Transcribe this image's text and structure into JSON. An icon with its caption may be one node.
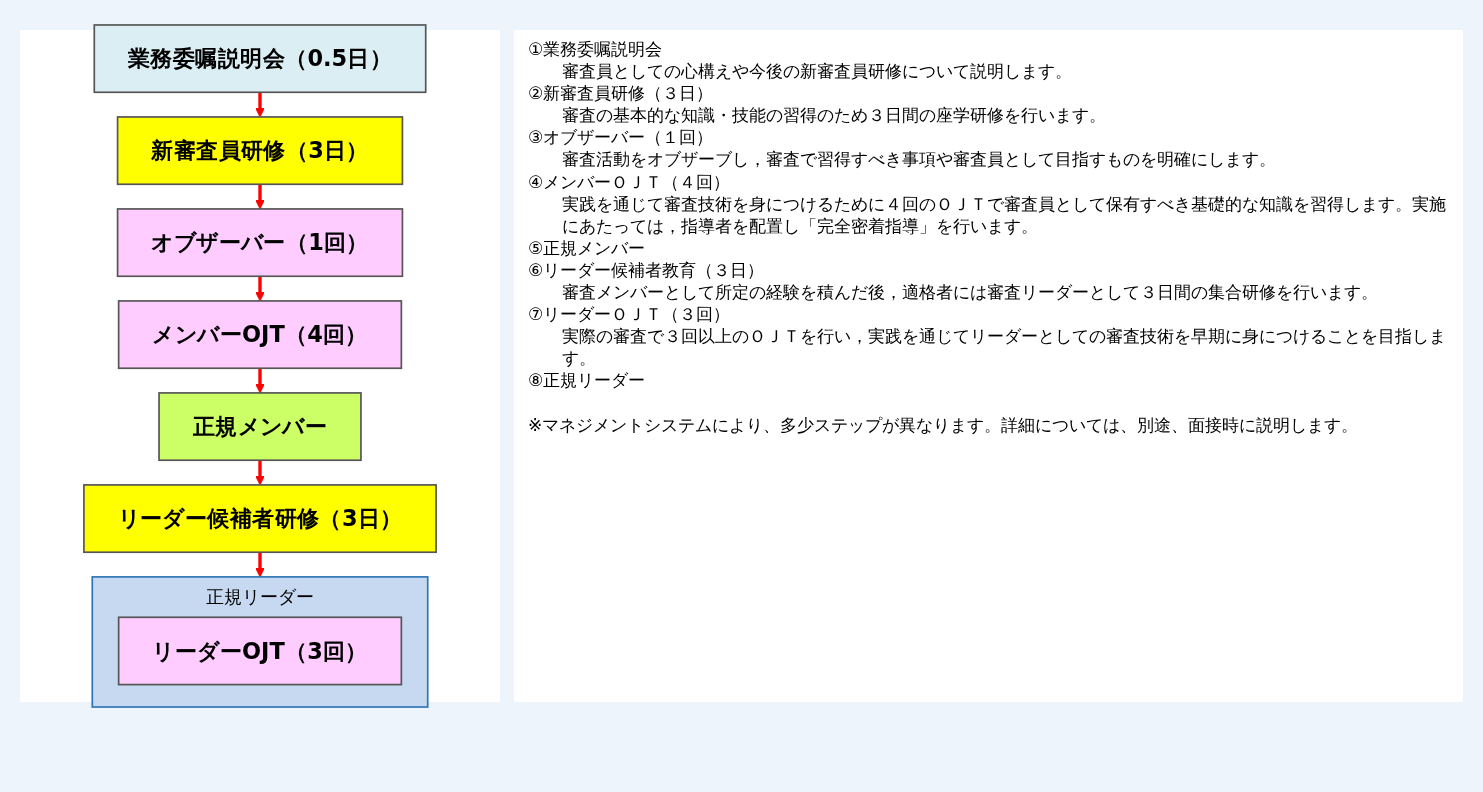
{
  "diagram": {
    "nodes": [
      {
        "text": [
          "業務委嘱説明会（0.5日）"
        ]
      },
      {
        "text": [
          "新審査員研修（3日）"
        ]
      },
      {
        "text": [
          "オブザーバー（1回）"
        ]
      },
      {
        "text": [
          "メンバーOJT（4回）"
        ]
      },
      {
        "text": [
          "正規メンバー"
        ]
      },
      {
        "text": [
          "リーダー候補者研修（3日）"
        ]
      },
      {
        "text": [
          "正規リーダー"
        ]
      },
      {
        "text": [
          "リーダーOJT（3回）"
        ],
        "in": 6
      }
    ],
    "edges": [
      {
        "from": 0,
        "to": 1,
        "arrow": "to"
      },
      {
        "from": 1,
        "to": 2,
        "arrow": "to"
      },
      {
        "from": 2,
        "to": 3,
        "arrow": "to"
      },
      {
        "from": 3,
        "to": 4,
        "arrow": "to"
      },
      {
        "from": 4,
        "to": 5,
        "arrow": "to"
      },
      {
        "from": 5,
        "to": 6,
        "arrow": "to"
      }
    ],
    "labels": [
      "①業務委嘱説明会",
      "審査員としての心構えや今後の新審査員研修について説明します。",
      "②新審査員研修（３日）",
      "審査の基本的な知識・技能の習得のため３日間の座学研修を行います。",
      "③オブザーバー（１回）",
      "審査活動をオブザーブし，審査で習得すべき事項や審査員として目指すものを明確にします。",
      "④メンバーＯＪＴ（４回）",
      "実践を通じて審査技術を身につけるために４回のＯＪＴで審査員として保有すべき基礎的な知識を習得します。実施にあたっては，指導者を配置し「完全密着指導」を行います。",
      "⑤正規メンバー",
      "⑥リーダー候補者教育（３日）",
      "審査メンバーとして所定の経験を積んだ後，適格者には審査リーダーとして３日間の集合研修を行います。",
      "⑦リーダーＯＪＴ（３回）",
      "実際の審査で３回以上のＯＪＴを行い，実践を通じてリーダーとしての審査技術を早期に身につけることを目指します。",
      "⑧正規リーダー",
      "※マネジメントシステムにより、多少ステップが異なります。詳細については、別途、面接時に説明します。"
    ]
  }
}
